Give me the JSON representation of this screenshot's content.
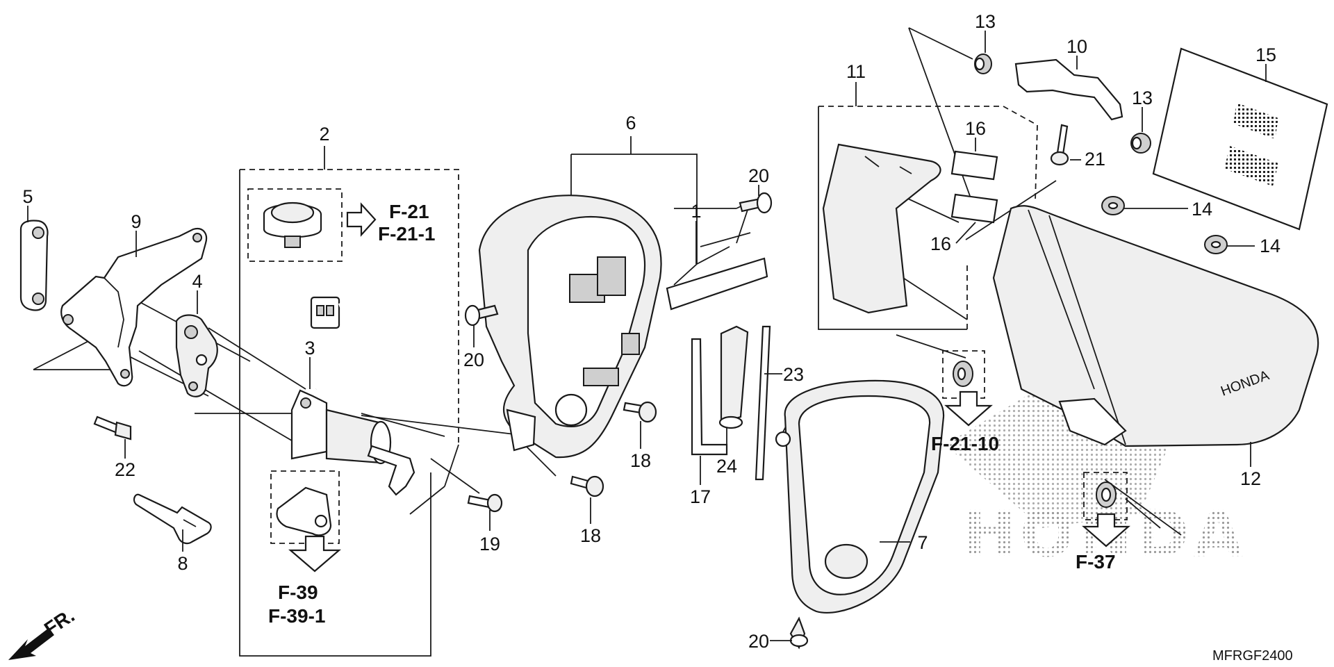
{
  "diagram_code": "MFRGF2400",
  "front_label": "FR.",
  "watermark_text": "HONDA",
  "emblem_text": "HONDA",
  "callouts": {
    "c1": "1",
    "c2": "2",
    "c3": "3",
    "c4": "4",
    "c5": "5",
    "c6": "6",
    "c7": "7",
    "c8": "8",
    "c9": "9",
    "c10": "10",
    "c11": "11",
    "c12": "12",
    "c13a": "13",
    "c13b": "13",
    "c14a": "14",
    "c14b": "14",
    "c15": "15",
    "c16a": "16",
    "c16b": "16",
    "c17": "17",
    "c18a": "18",
    "c18b": "18",
    "c19": "19",
    "c20a": "20",
    "c20b": "20",
    "c20c": "20",
    "c21": "21",
    "c22": "22",
    "c23": "23",
    "c24": "24"
  },
  "section_refs": {
    "f21": "F-21",
    "f21_1": "F-21-1",
    "f39": "F-39",
    "f39_1": "F-39-1",
    "f21_10": "F-21-10",
    "f37": "F-37"
  }
}
